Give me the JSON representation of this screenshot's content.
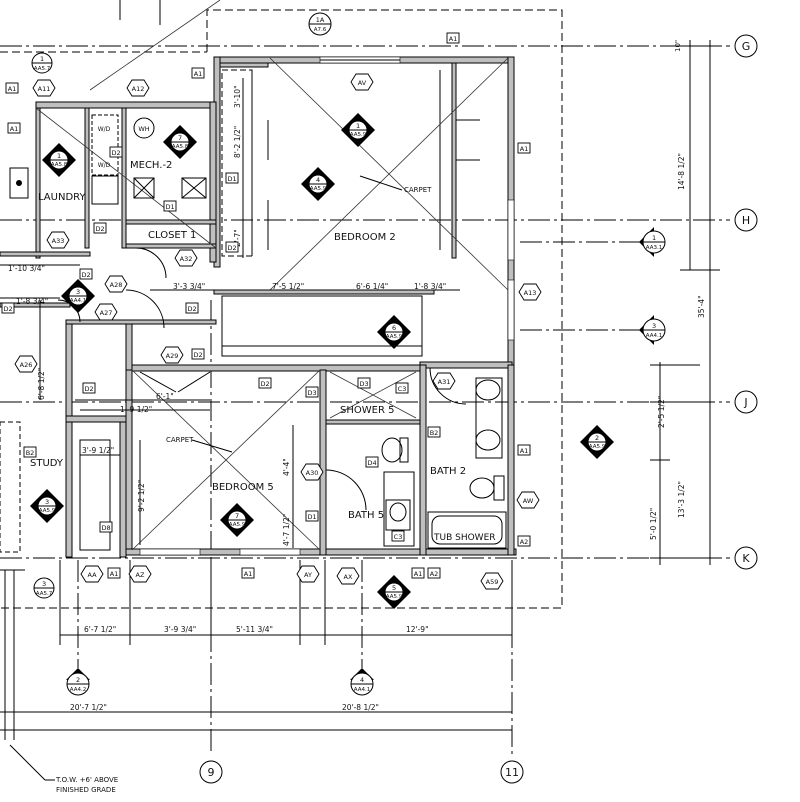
{
  "grids": [
    "G",
    "H",
    "J",
    "K",
    "9",
    "11"
  ],
  "rooms": {
    "bedroom2": "BEDROOM 2",
    "bedroom5": "BEDROOM 5",
    "laundry": "LAUNDRY",
    "mech": "MECH.-2",
    "closet1": "CLOSET 1",
    "shower5": "SHOWER 5",
    "bath2": "BATH 2",
    "bath5": "BATH 5",
    "study": "STUDY",
    "tub_shower": "TUB SHOWER"
  },
  "notes": {
    "carpet": "CARPET",
    "tow_line1": "T.O.W. +6' ABOVE",
    "tow_line2": "FINISHED GRADE"
  },
  "dimensions": {
    "top_right": "10\"",
    "gh": "14'-8 1/2\"",
    "overall": "35'-4\"",
    "hj_top": "2'-5 1/2\"",
    "jk": "13'-3 1/2\"",
    "jk_lower": "5'-0 1/2\"",
    "d_3_10": "3'-10\"",
    "d_8_2": "8'-2 1/2\"",
    "d_2_7": "2'-7\"",
    "d_7_5": "7'-5 1/2\"",
    "d_6_6": "6'-6 1/4\"",
    "d_1_8_right": "1'-8 3/4\"",
    "d_3_3": "3'-3 3/4\"",
    "d_1_10": "1'-10 3/4\"",
    "d_1_8_left": "1'-8 3/4\"",
    "d_6_8": "6'-8 1/2\"",
    "d_6_1": "6'-1\"",
    "d_1_9": "1'-9 1/2\"",
    "d_3_9_study": "3'-9 1/2\"",
    "d_9_2": "9'-2 1/2\"",
    "d_4_4": "4'-4\"",
    "d_4_7": "4'-7 1/2\"",
    "b_6_7": "6'-7 1/2\"",
    "b_3_9": "3'-9 3/4\"",
    "b_5_11": "5'-11 3/4\"",
    "b_12_9": "12'-9\"",
    "b_20_7": "20'-7 1/2\"",
    "b_20_8": "20'-8 1/2\""
  },
  "elevation_markers": [
    {
      "num": "1",
      "ref": "AA5.9"
    },
    {
      "num": "4",
      "ref": "AA5.9"
    },
    {
      "num": "1",
      "ref": "AA5.8"
    },
    {
      "num": "7",
      "ref": "AA5.8"
    },
    {
      "num": "3",
      "ref": "AA4.1"
    },
    {
      "num": "6",
      "ref": "AA5.9"
    },
    {
      "num": "2",
      "ref": "AA5.9"
    },
    {
      "num": "3",
      "ref": "AA5.9"
    },
    {
      "num": "7",
      "ref": "AA5.9"
    },
    {
      "num": "5",
      "ref": "AA5.9"
    }
  ],
  "section_markers": [
    {
      "num": "1",
      "ref": "AA3.1"
    },
    {
      "num": "3",
      "ref": "AA4.1"
    },
    {
      "num": "2",
      "ref": "AA4.2"
    },
    {
      "num": "4",
      "ref": "AA4.1"
    }
  ],
  "detail_circles": [
    {
      "num": "1",
      "ref": "AA5.7"
    },
    {
      "num": "3",
      "ref": "AA5.7"
    },
    {
      "num": "1A",
      "ref": "A7.6"
    }
  ],
  "hex_tags": [
    "AV",
    "A13",
    "A31",
    "AW",
    "A59",
    "AA",
    "AZ",
    "AY",
    "AX",
    "A30",
    "A29",
    "A32",
    "A27",
    "A28",
    "A26",
    "A33",
    "A11",
    "A12"
  ],
  "box_tags": [
    "A1",
    "D1",
    "D2",
    "D3",
    "C3",
    "B2",
    "A2",
    "D4",
    "D8"
  ],
  "fixtures": {
    "wh": "WH",
    "wd": "W/D"
  }
}
